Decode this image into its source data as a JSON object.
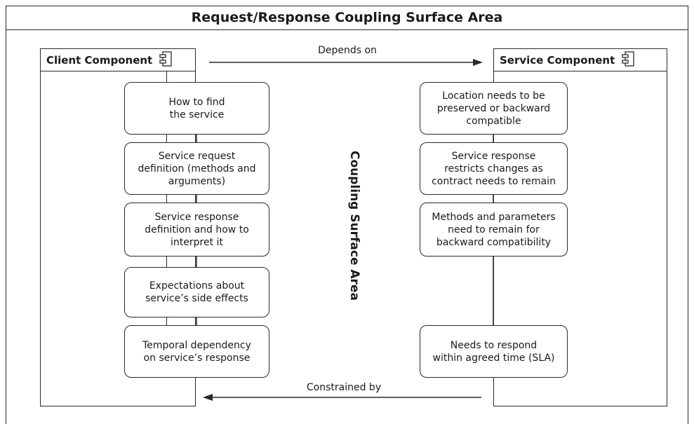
{
  "diagram": {
    "title": "Request/Response Coupling Surface Area",
    "center_label": "Coupling Surface Area",
    "client": {
      "name": "Client Component",
      "boxes": [
        "How to find\nthe service",
        "Service request\ndefinition (methods and\narguments)",
        "Service response\ndefinition and how to\ninterpret it",
        "Expectations about\nservice’s side effects",
        "Temporal dependency\non service’s response"
      ]
    },
    "service": {
      "name": "Service Component",
      "boxes": [
        "Location needs to be\npreserved or backward\ncompatible",
        "Service response\nrestricts changes as\ncontract needs to remain",
        "Methods and parameters\nneed to remain for\nbackward compatibility",
        "Needs to respond\nwithin agreed time (SLA)"
      ]
    },
    "arrows": {
      "top_label": "Depends on",
      "bottom_label": "Constrained by"
    }
  }
}
